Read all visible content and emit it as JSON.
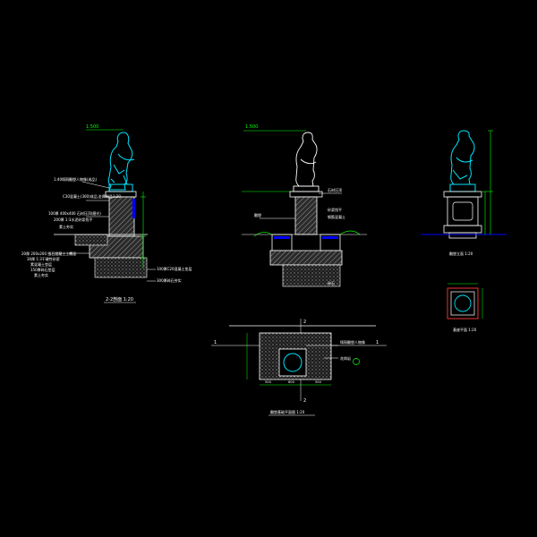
{
  "drawing": {
    "colors": {
      "background": "#000000",
      "statue": "#00e5ff",
      "dimension_line": "#00ff00",
      "text": "#ffffff",
      "water": "#0000ff",
      "hatch": "#c8c8c8",
      "axis": "#ffffff",
      "highlight": "#ff3b3b"
    },
    "views": {
      "section_2_2": {
        "title": "2-2剖面 1:20",
        "callouts": [
          "1:40铸铜雕塑人物像(成品)",
          "C30混凝土(300)成品,金属制品1:20",
          "100厚 400x400 石材压顶(磨光)",
          "200厚 1:3水泥砂浆找平",
          "素土夯实",
          "20厚 200x200 细石混凝土上覆面",
          "30厚 1:3干硬性砂浆",
          "素混凝土垫层",
          "150厚碎石垫层",
          "素土夯实"
        ],
        "bottom_notes": [
          "100厚C20混凝土垫层",
          "300厚碎石夯实"
        ]
      },
      "section_1_1": {
        "title": "1-1剖面 1:20",
        "callouts": [
          "雕塑",
          "石材压顶",
          "砂浆找平",
          "钢筋混凝土",
          "碎石"
        ]
      },
      "elevation": {
        "title": "雕塑立面 1:20"
      },
      "small_plan": {
        "title": "基座平面 1:20"
      },
      "plan": {
        "title": "雕塑基础平面图 1:20",
        "axis_markers": [
          "2",
          "2",
          "1",
          "1"
        ],
        "callouts": [
          "铸铜雕塑人物像",
          "花岗岩"
        ],
        "dims": [
          "500",
          "600",
          "500"
        ]
      }
    }
  }
}
